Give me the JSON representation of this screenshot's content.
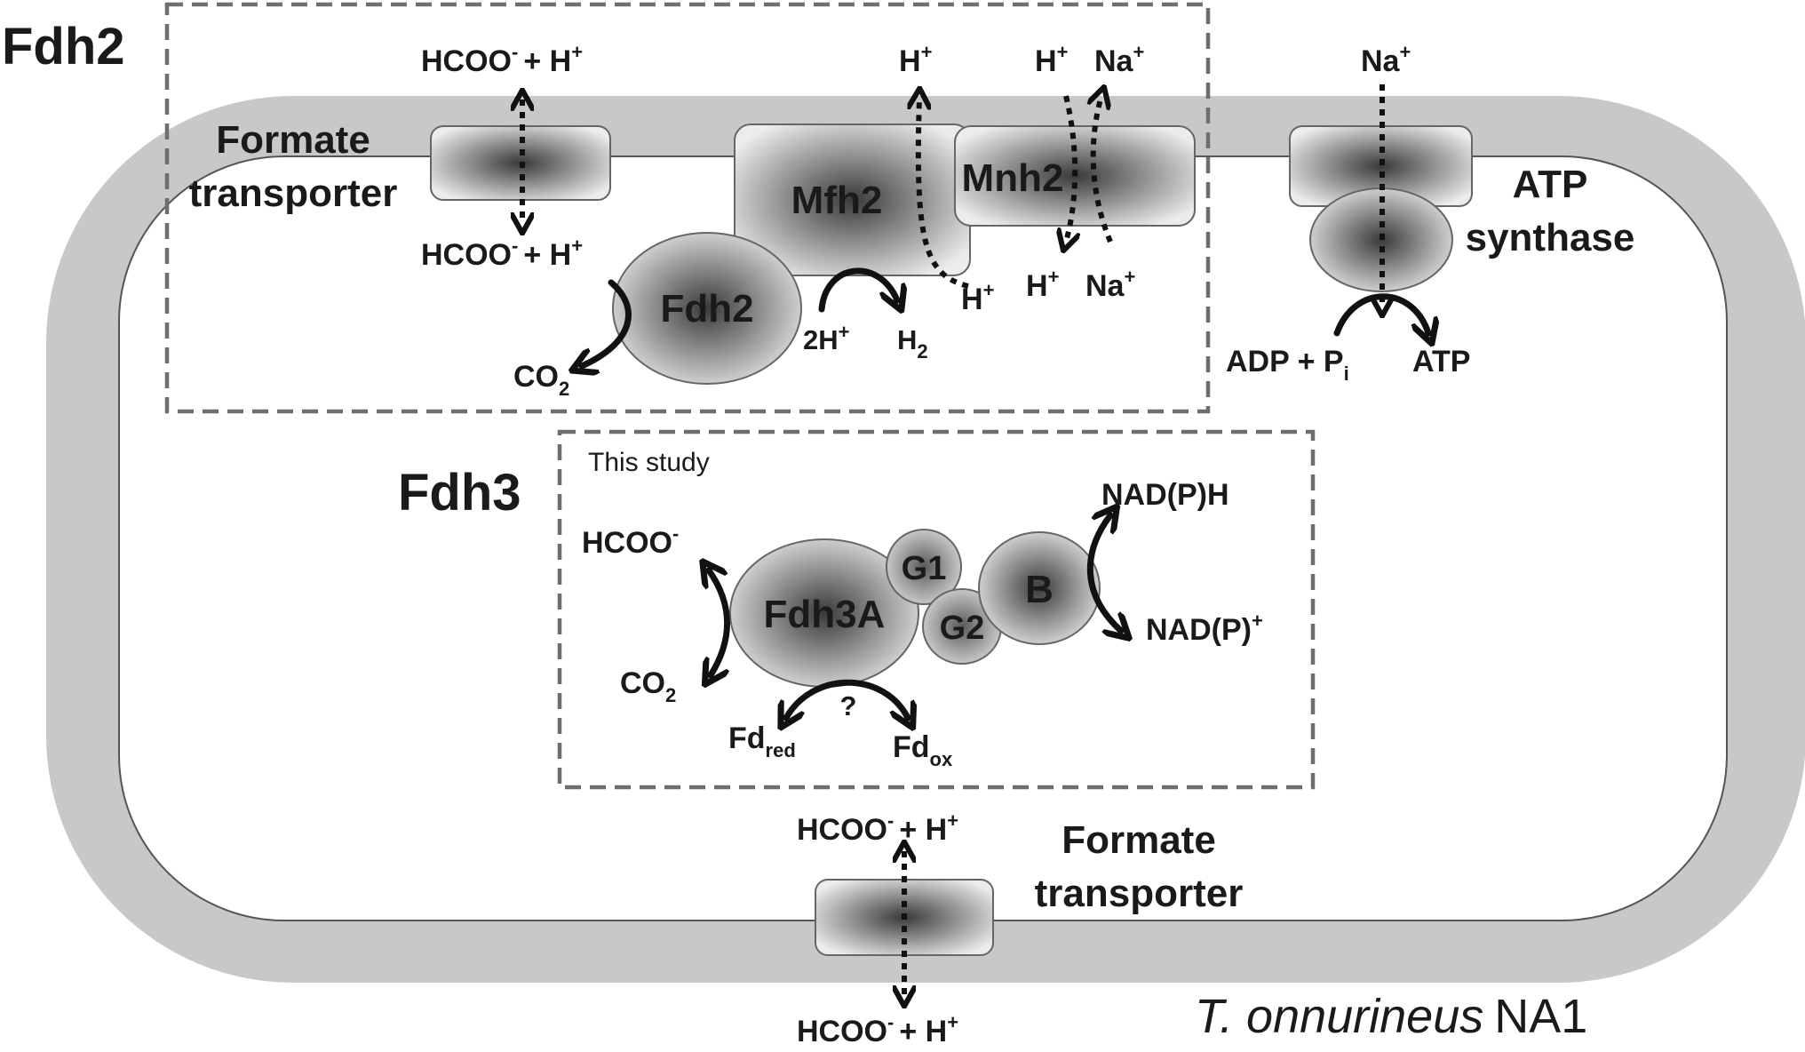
{
  "panels": {
    "fdh2": {
      "title": "Fdh2"
    },
    "fdh3": {
      "title": "Fdh3",
      "note": "This study"
    }
  },
  "organism": {
    "genus": "T. onnurineus",
    "strain": "NA1"
  },
  "proteins": {
    "formate_transporter_top": {
      "label_line1": "Formate",
      "label_line2": "transporter"
    },
    "formate_transporter_bottom": {
      "label_line1": "Formate",
      "label_line2": "transporter"
    },
    "mfh2": {
      "label": "Mfh2"
    },
    "mnh2": {
      "label": "Mnh2"
    },
    "fdh2": {
      "label": "Fdh2"
    },
    "atp_synthase": {
      "label_line1": "ATP",
      "label_line2": "synthase"
    },
    "fdh3a": {
      "label": "Fdh3A"
    },
    "g1": {
      "label": "G1"
    },
    "g2": {
      "label": "G2"
    },
    "b": {
      "label": "B"
    }
  },
  "species": {
    "hcoo": "HCOO",
    "minus": "-",
    "plus": "+",
    "h_plus_sign": "+ H",
    "h": "H",
    "na": "Na",
    "co": "CO",
    "two": "2",
    "two_h": "2H",
    "h2": "H",
    "adp": "ADP + P",
    "i": "i",
    "atp": "ATP",
    "nadph": "NAD(P)H",
    "nadp": "NAD(P)",
    "fd": "Fd",
    "red": "red",
    "ox": "ox",
    "question": "?"
  },
  "colors": {
    "membrane": "#c8c8c8",
    "box_border": "#6e6e6e",
    "protein_center": "#3a3a3a",
    "protein_edge": "#ececec",
    "arrow": "#111111"
  }
}
